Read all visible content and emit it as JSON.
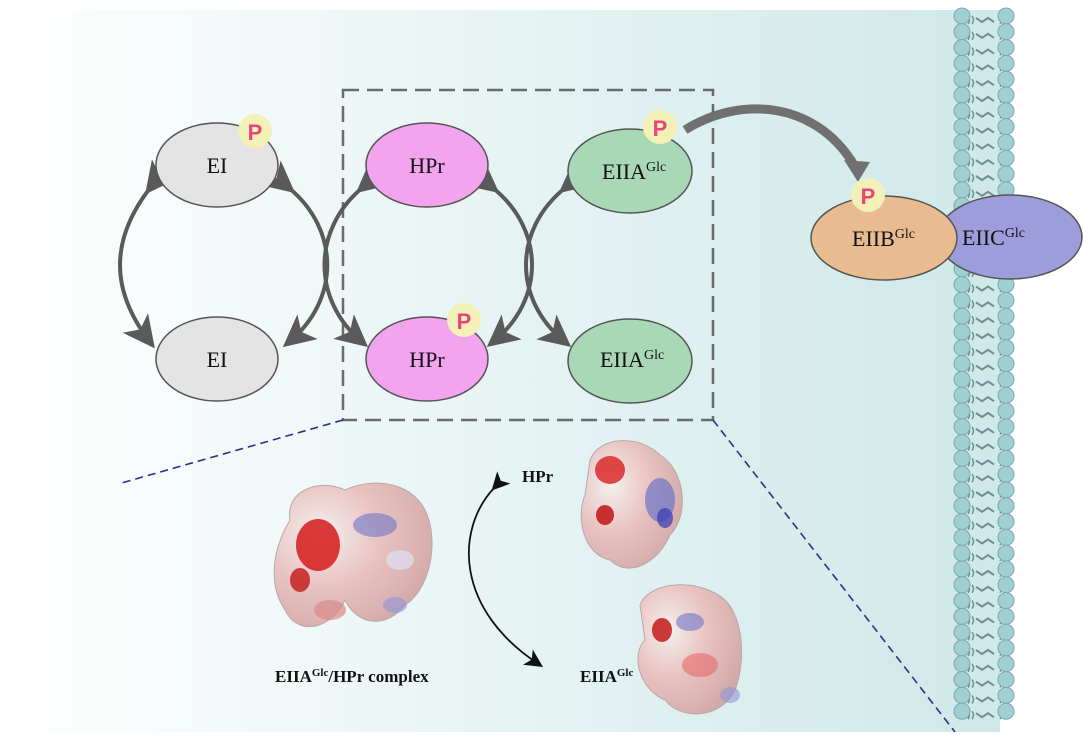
{
  "proteins": {
    "ei_top": "EI",
    "ei_bottom": "EI",
    "hpr_top": "HPr",
    "hpr_bottom": "HPr",
    "eiia_top": "EIIA",
    "eiia_bottom": "EIIA",
    "eiib": "EIIB",
    "eiic": "EIIC",
    "superscript": "Glc"
  },
  "phospho_label": "P",
  "structures": {
    "complex_label_a": "EIIA",
    "complex_label_sup": "Glc",
    "complex_label_b": "/HPr complex",
    "hpr_label": "HPr",
    "eiia_label": "EIIA",
    "eiia_sup": "Glc"
  },
  "colors": {
    "ei": "#e4e4e4",
    "hpr": "#f2a4ee",
    "eiia": "#a9d8b6",
    "eiib": "#e9bb91",
    "eiic": "#9d9ddc",
    "phospho_circle": "#f3f0b8",
    "phospho_text": "#e8457a",
    "membrane_head": "#9fcfd2",
    "arrow": "#5a5a5a",
    "zoom_line": "#2b2f8a"
  }
}
